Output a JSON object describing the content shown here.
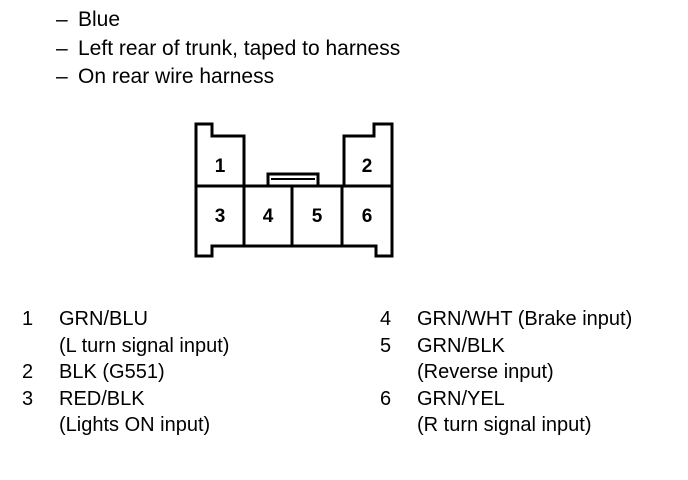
{
  "bullets": [
    "Blue",
    "Left rear of trunk, taped to harness",
    "On rear wire harness"
  ],
  "bullet_marker": "–",
  "connector": {
    "pins": [
      "1",
      "2",
      "3",
      "4",
      "5",
      "6"
    ]
  },
  "legend": {
    "left": [
      {
        "num": "1",
        "lines": [
          "GRN/BLU",
          "(L turn signal input)"
        ]
      },
      {
        "num": "2",
        "lines": [
          "BLK (G551)"
        ]
      },
      {
        "num": "3",
        "lines": [
          "RED/BLK",
          "(Lights ON input)"
        ]
      }
    ],
    "right": [
      {
        "num": "4",
        "lines": [
          "GRN/WHT (Brake input)"
        ]
      },
      {
        "num": "5",
        "lines": [
          "GRN/BLK",
          "(Reverse input)"
        ]
      },
      {
        "num": "6",
        "lines": [
          "GRN/YEL",
          "(R turn signal input)"
        ]
      }
    ]
  }
}
